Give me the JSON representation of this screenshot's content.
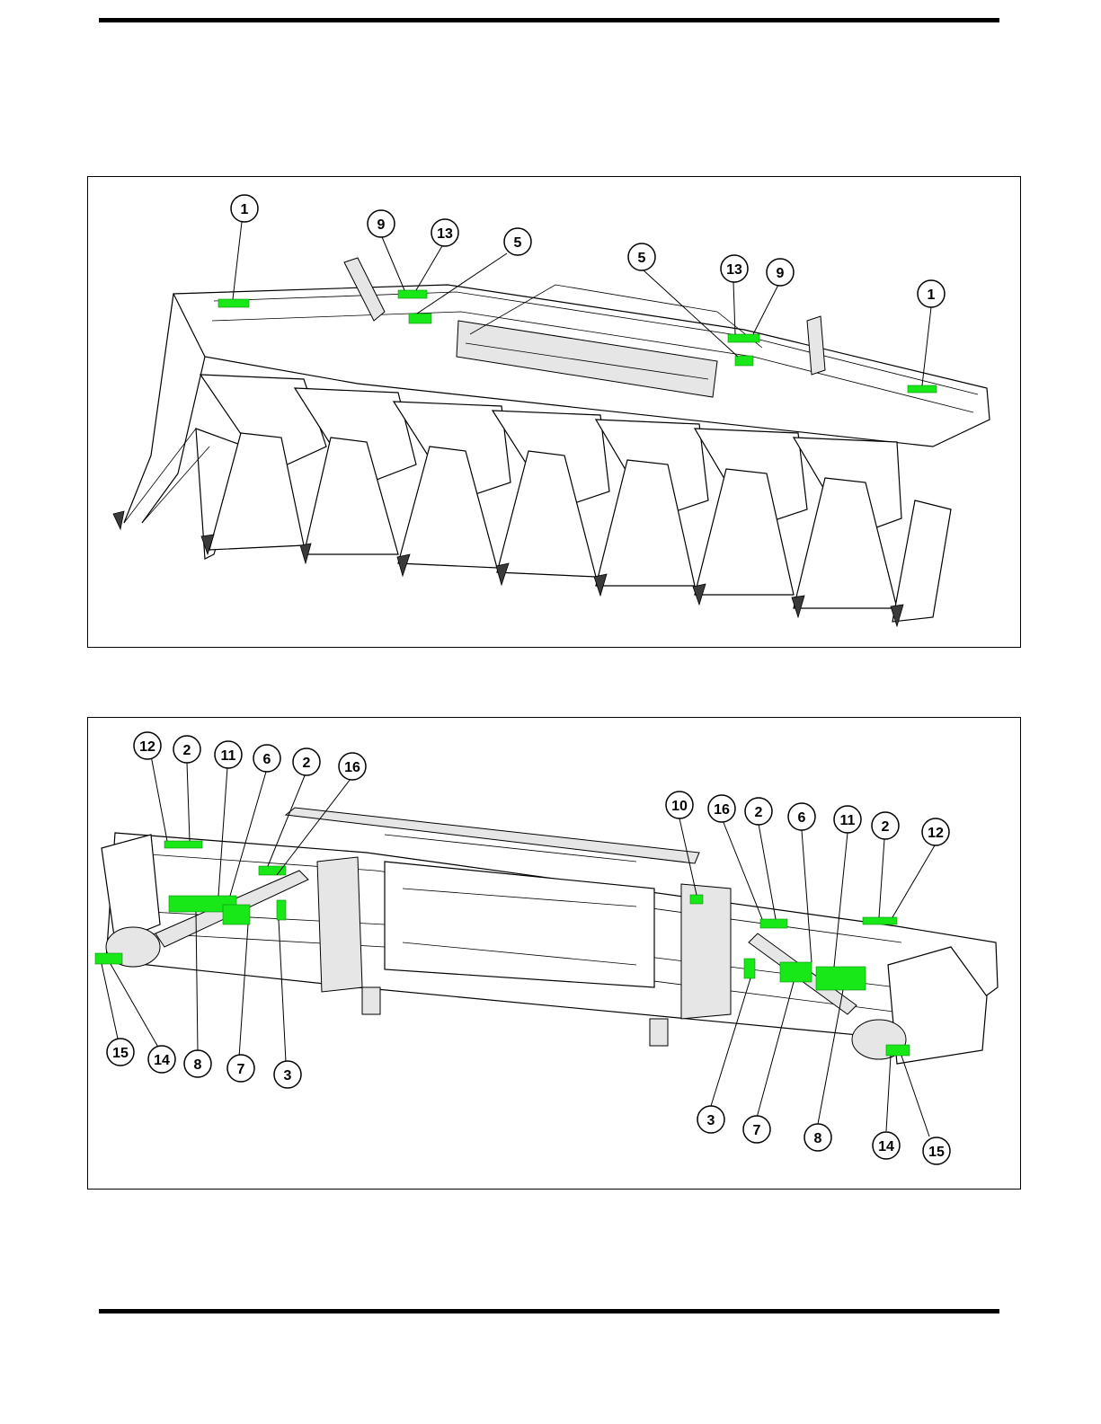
{
  "top_view": {
    "callouts": [
      "1",
      "9",
      "13",
      "5",
      "5",
      "13",
      "9",
      "1"
    ]
  },
  "rear_view": {
    "callouts": [
      "12",
      "2",
      "11",
      "6",
      "2",
      "16",
      "10",
      "16",
      "2",
      "6",
      "11",
      "2",
      "12",
      "15",
      "14",
      "8",
      "7",
      "3",
      "3",
      "7",
      "8",
      "14",
      "15"
    ]
  },
  "colors": {
    "decal": "#18e818",
    "line": "#000000"
  }
}
